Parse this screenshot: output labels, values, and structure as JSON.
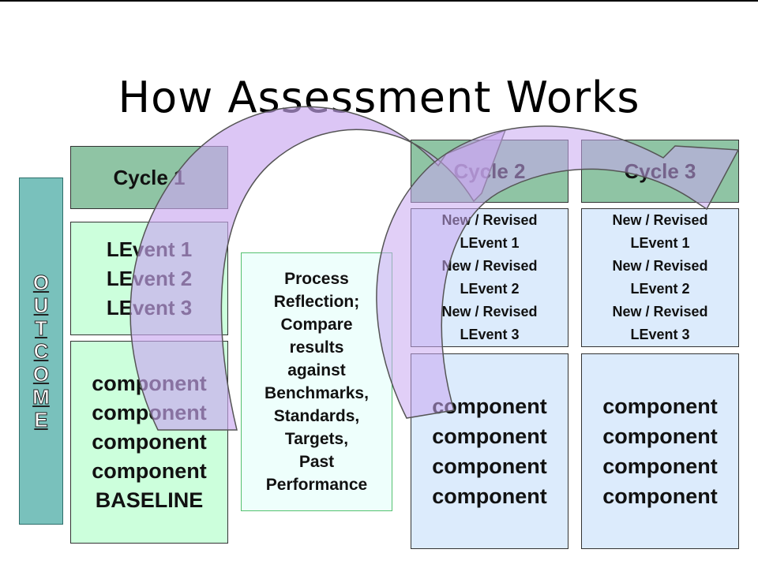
{
  "title": "How Assessment Works",
  "outcome_letters": [
    "O",
    "U",
    "T",
    "C",
    "O",
    "M",
    "E"
  ],
  "cycle1": {
    "header": "Cycle 1",
    "levents": [
      "LEvent 1",
      "LEvent 2",
      "LEvent 3"
    ],
    "components": [
      "component",
      "component",
      "component",
      "component",
      "BASELINE"
    ]
  },
  "process": {
    "lines": [
      "Process",
      "Reflection;",
      "Compare",
      "results",
      "against",
      "Benchmarks,",
      "Standards,",
      "Targets,",
      "Past",
      "Performance"
    ]
  },
  "cycle2": {
    "header": "Cycle 2",
    "levents": [
      "New / Revised",
      "LEvent 1",
      "New / Revised",
      "LEvent 2",
      "New / Revised",
      "LEvent 3"
    ],
    "components": [
      "component",
      "component",
      "component",
      "component"
    ]
  },
  "cycle3": {
    "header": "Cycle 3",
    "levents": [
      "New / Revised",
      "LEvent 1",
      "New / Revised",
      "LEvent 2",
      "New / Revised",
      "LEvent 3"
    ],
    "components": [
      "component",
      "component",
      "component",
      "component"
    ]
  },
  "colors": {
    "header_fill": "#8fc4a4",
    "mint_fill": "#ccffdc",
    "blue_fill": "#dcebfc",
    "outcome_fill": "#79c1bc",
    "arrow_fill": "#c9a8f0"
  }
}
